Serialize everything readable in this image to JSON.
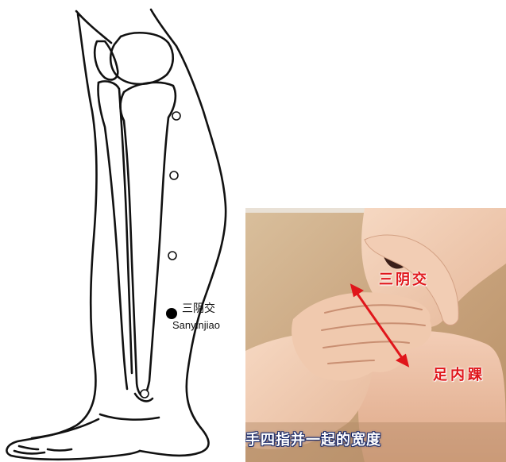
{
  "diagram": {
    "point_label_cn": "三阴交",
    "point_label_en": "Sanyinjiao",
    "marker_color": "#000000",
    "line_color": "#111111"
  },
  "photo": {
    "label_top": "三阴交",
    "label_right": "足内踝",
    "caption": "手四指并一起的宽度",
    "arrow_color": "#e0161b"
  }
}
